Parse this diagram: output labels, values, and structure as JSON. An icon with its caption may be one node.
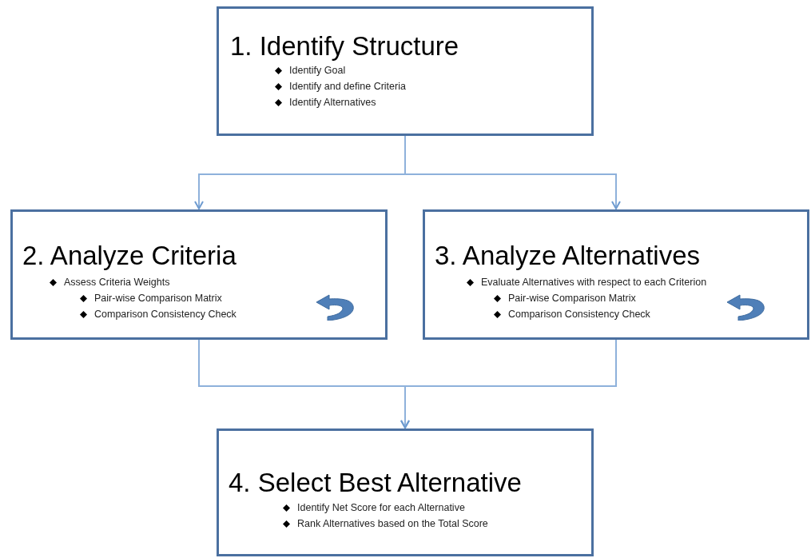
{
  "diagram": {
    "nodes": [
      {
        "text": [
          "1.  Identify Structure",
          "Identify Goal",
          "Identify  and define Criteria",
          "Identify Alternatives"
        ]
      },
      {
        "text": [
          "2. Analyze Criteria",
          "Assess Criteria Weights",
          "Pair-wise Comparison Matrix",
          "Comparison Consistency Check"
        ]
      },
      {
        "text": [
          "3. Analyze Alternatives",
          "Evaluate Alternatives with respect to each Criterion",
          "Pair-wise Comparison Matrix",
          "Comparison Consistency Check"
        ]
      },
      {
        "text": [
          "4. Select Best Alternative",
          "Identify Net Score for each Alternative",
          "Rank Alternatives based on the Total Score"
        ]
      }
    ],
    "edges": [
      {
        "from": 0,
        "to": 1,
        "arrow": "to"
      },
      {
        "from": 0,
        "to": 2,
        "arrow": "to"
      },
      {
        "from": 1,
        "to": 3,
        "arrow": "to"
      },
      {
        "from": 2,
        "to": 3,
        "arrow": "to"
      }
    ]
  }
}
